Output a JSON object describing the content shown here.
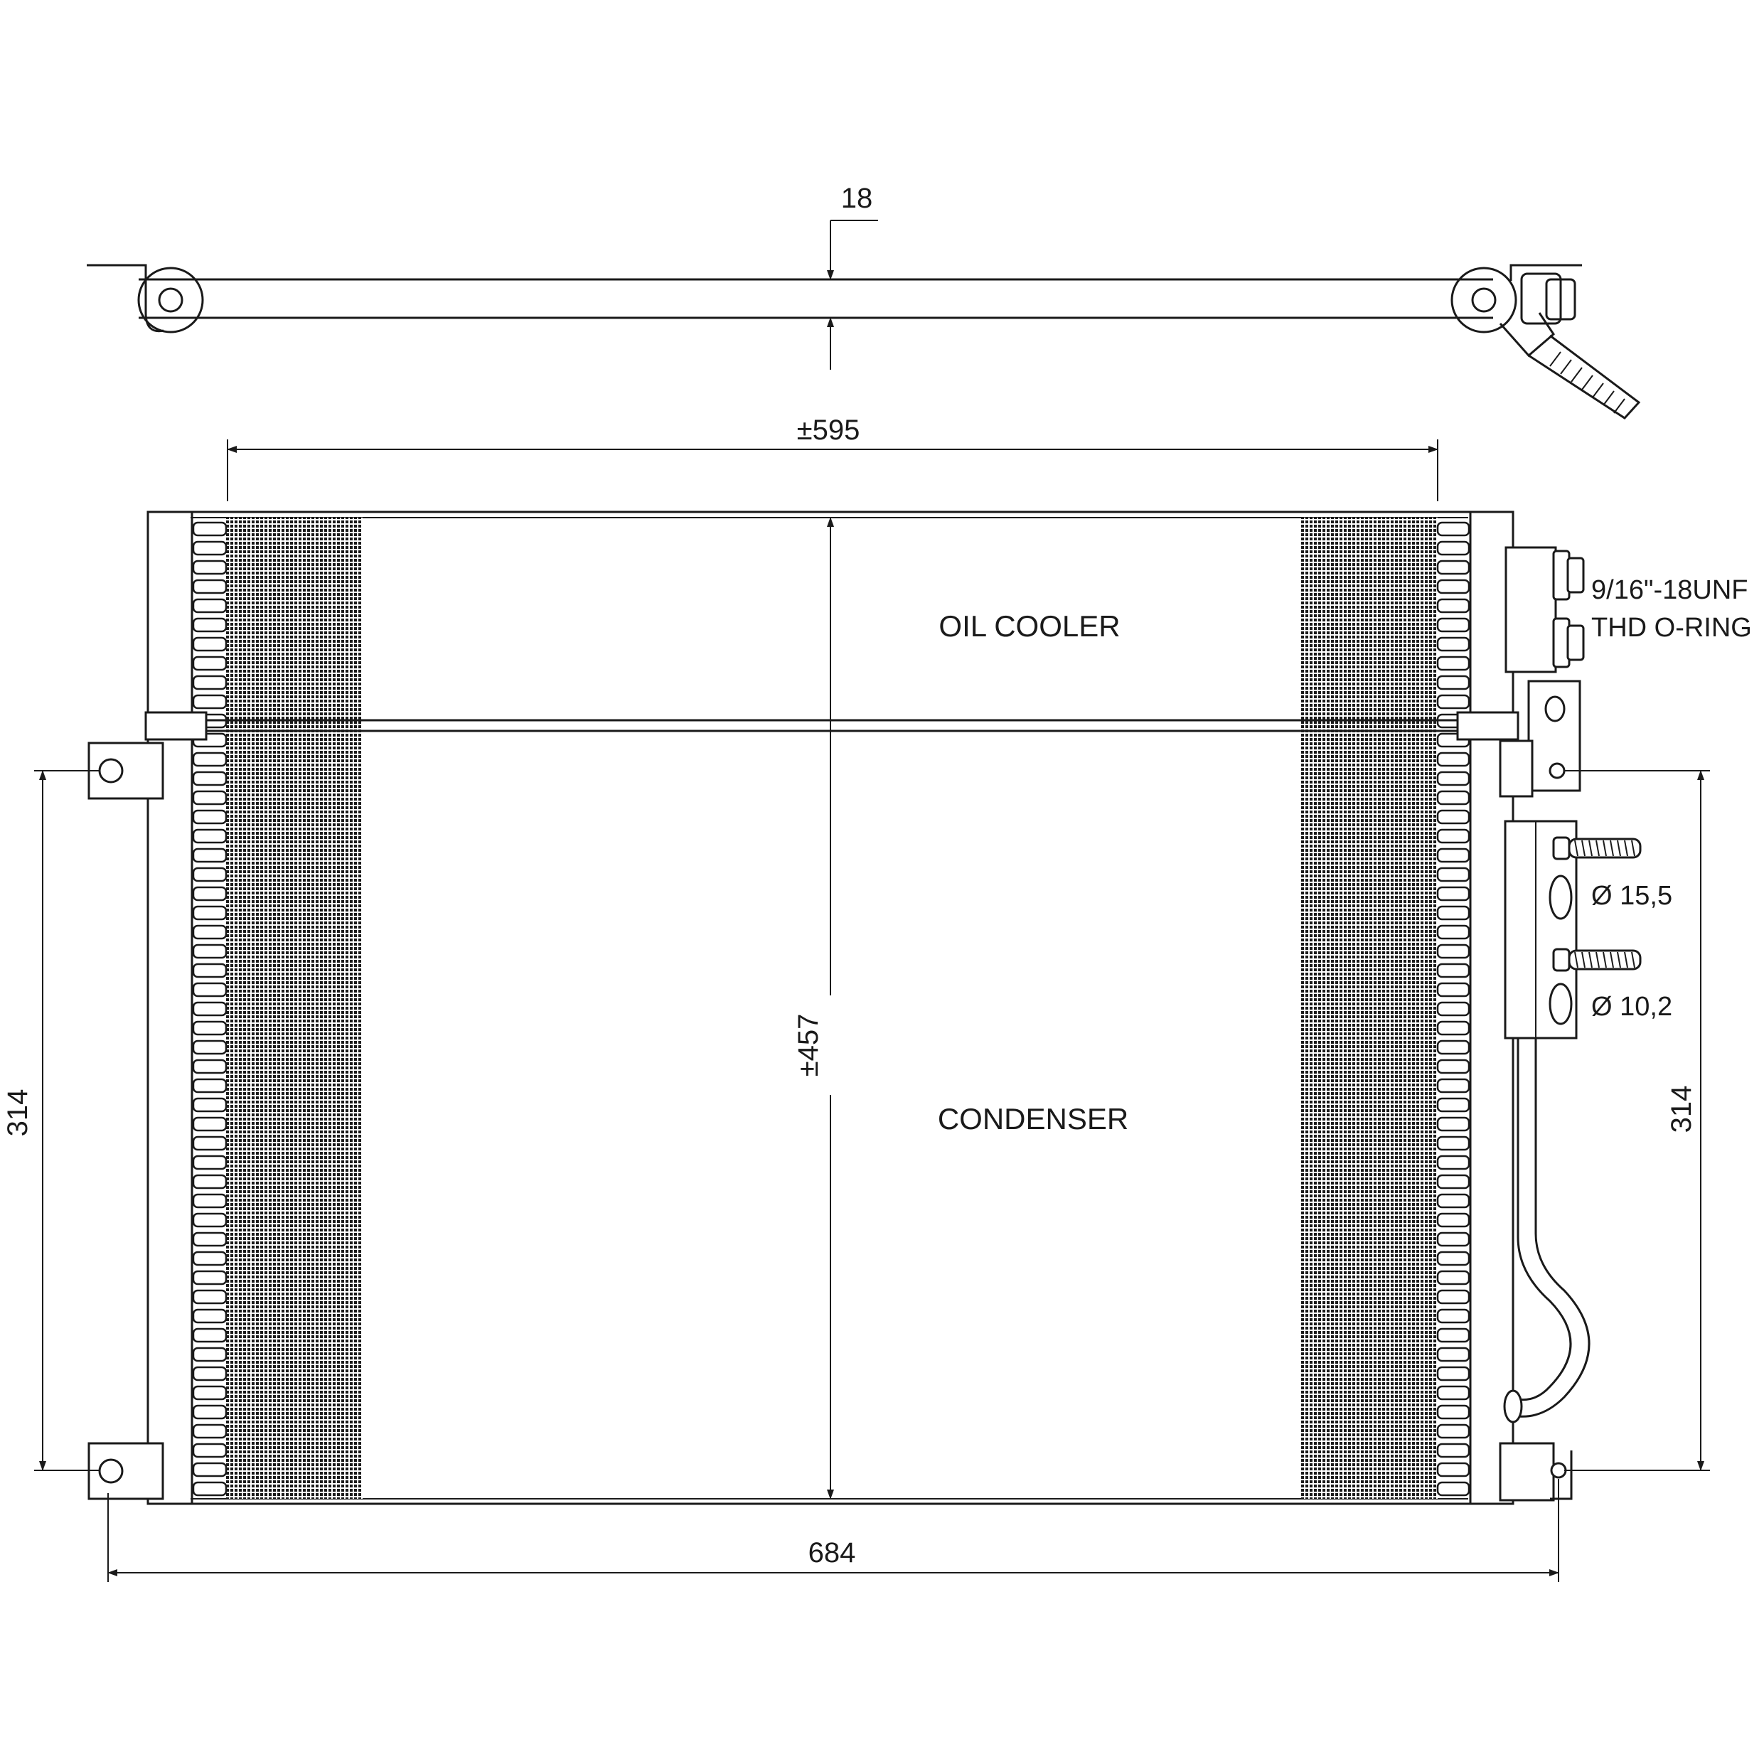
{
  "dimensions": {
    "core_thickness": "18",
    "core_width": "±595",
    "core_height": "±457",
    "overall_width": "684",
    "left_bracket_spacing": "314",
    "right_bracket_spacing": "314"
  },
  "sections": {
    "oil_cooler": "OIL COOLER",
    "condenser": "CONDENSER"
  },
  "fittings": {
    "thread_line1": "9/16\"-18UNF",
    "thread_line2": "THD O-RING",
    "port_large": "Ø 15,5",
    "port_small": "Ø 10,2"
  }
}
